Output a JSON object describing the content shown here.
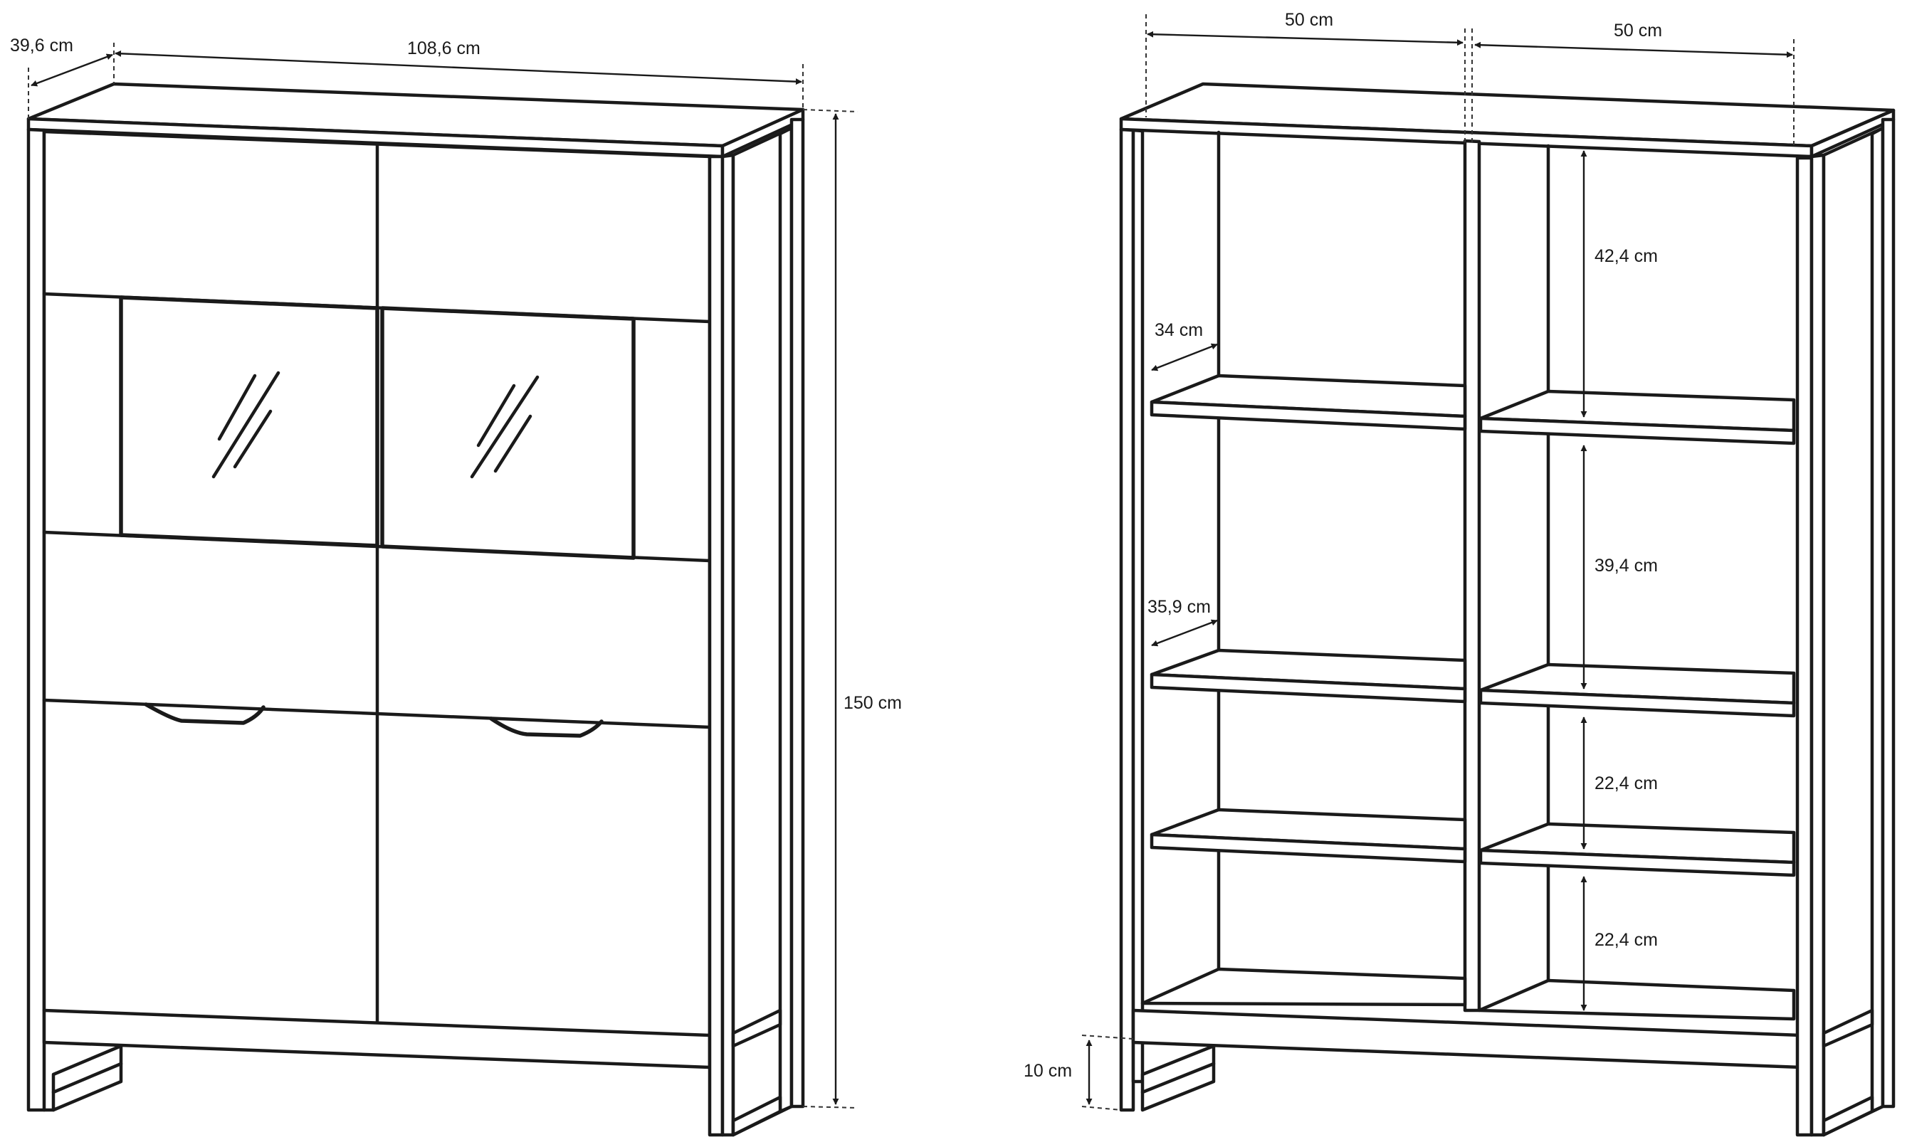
{
  "front_view": {
    "depth": "39,6 cm",
    "width": "108,6 cm",
    "height": "150 cm"
  },
  "interior_view": {
    "compartment_width_left": "50 cm",
    "compartment_width_right": "50 cm",
    "shelf_depth_top": "34 cm",
    "shelf_depth_middle": "35,9 cm",
    "spacing_1": "42,4 cm",
    "spacing_2": "39,4 cm",
    "spacing_3": "22,4 cm",
    "spacing_4": "22,4 cm",
    "leg_height": "10 cm"
  }
}
